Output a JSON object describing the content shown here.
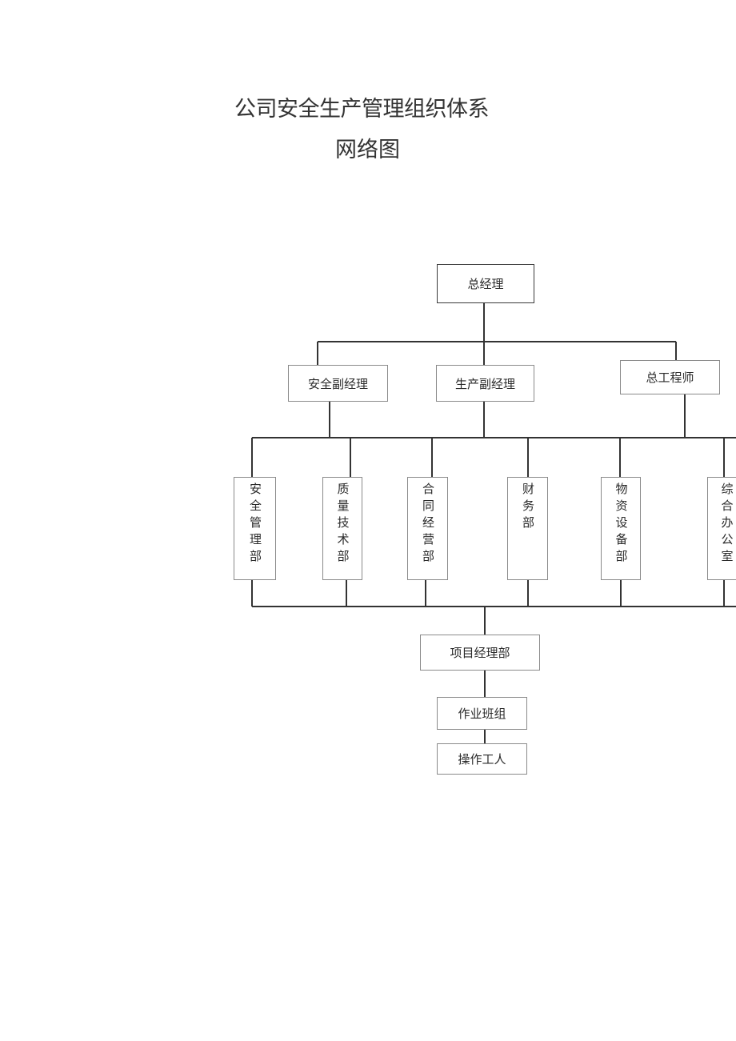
{
  "title": {
    "line1": "公司安全生产管理组织体系",
    "line2": "网络图"
  },
  "org": {
    "top": "总经理",
    "deputies": [
      "安全副经理",
      "生产副经理",
      "总工程师"
    ],
    "departments": [
      "安全管理部",
      "质量技术部",
      "合同经营部",
      "财务部",
      "物资设备部",
      "综合办公室"
    ],
    "project": "项目经理部",
    "team": "作业班组",
    "workers": "操作工人"
  }
}
